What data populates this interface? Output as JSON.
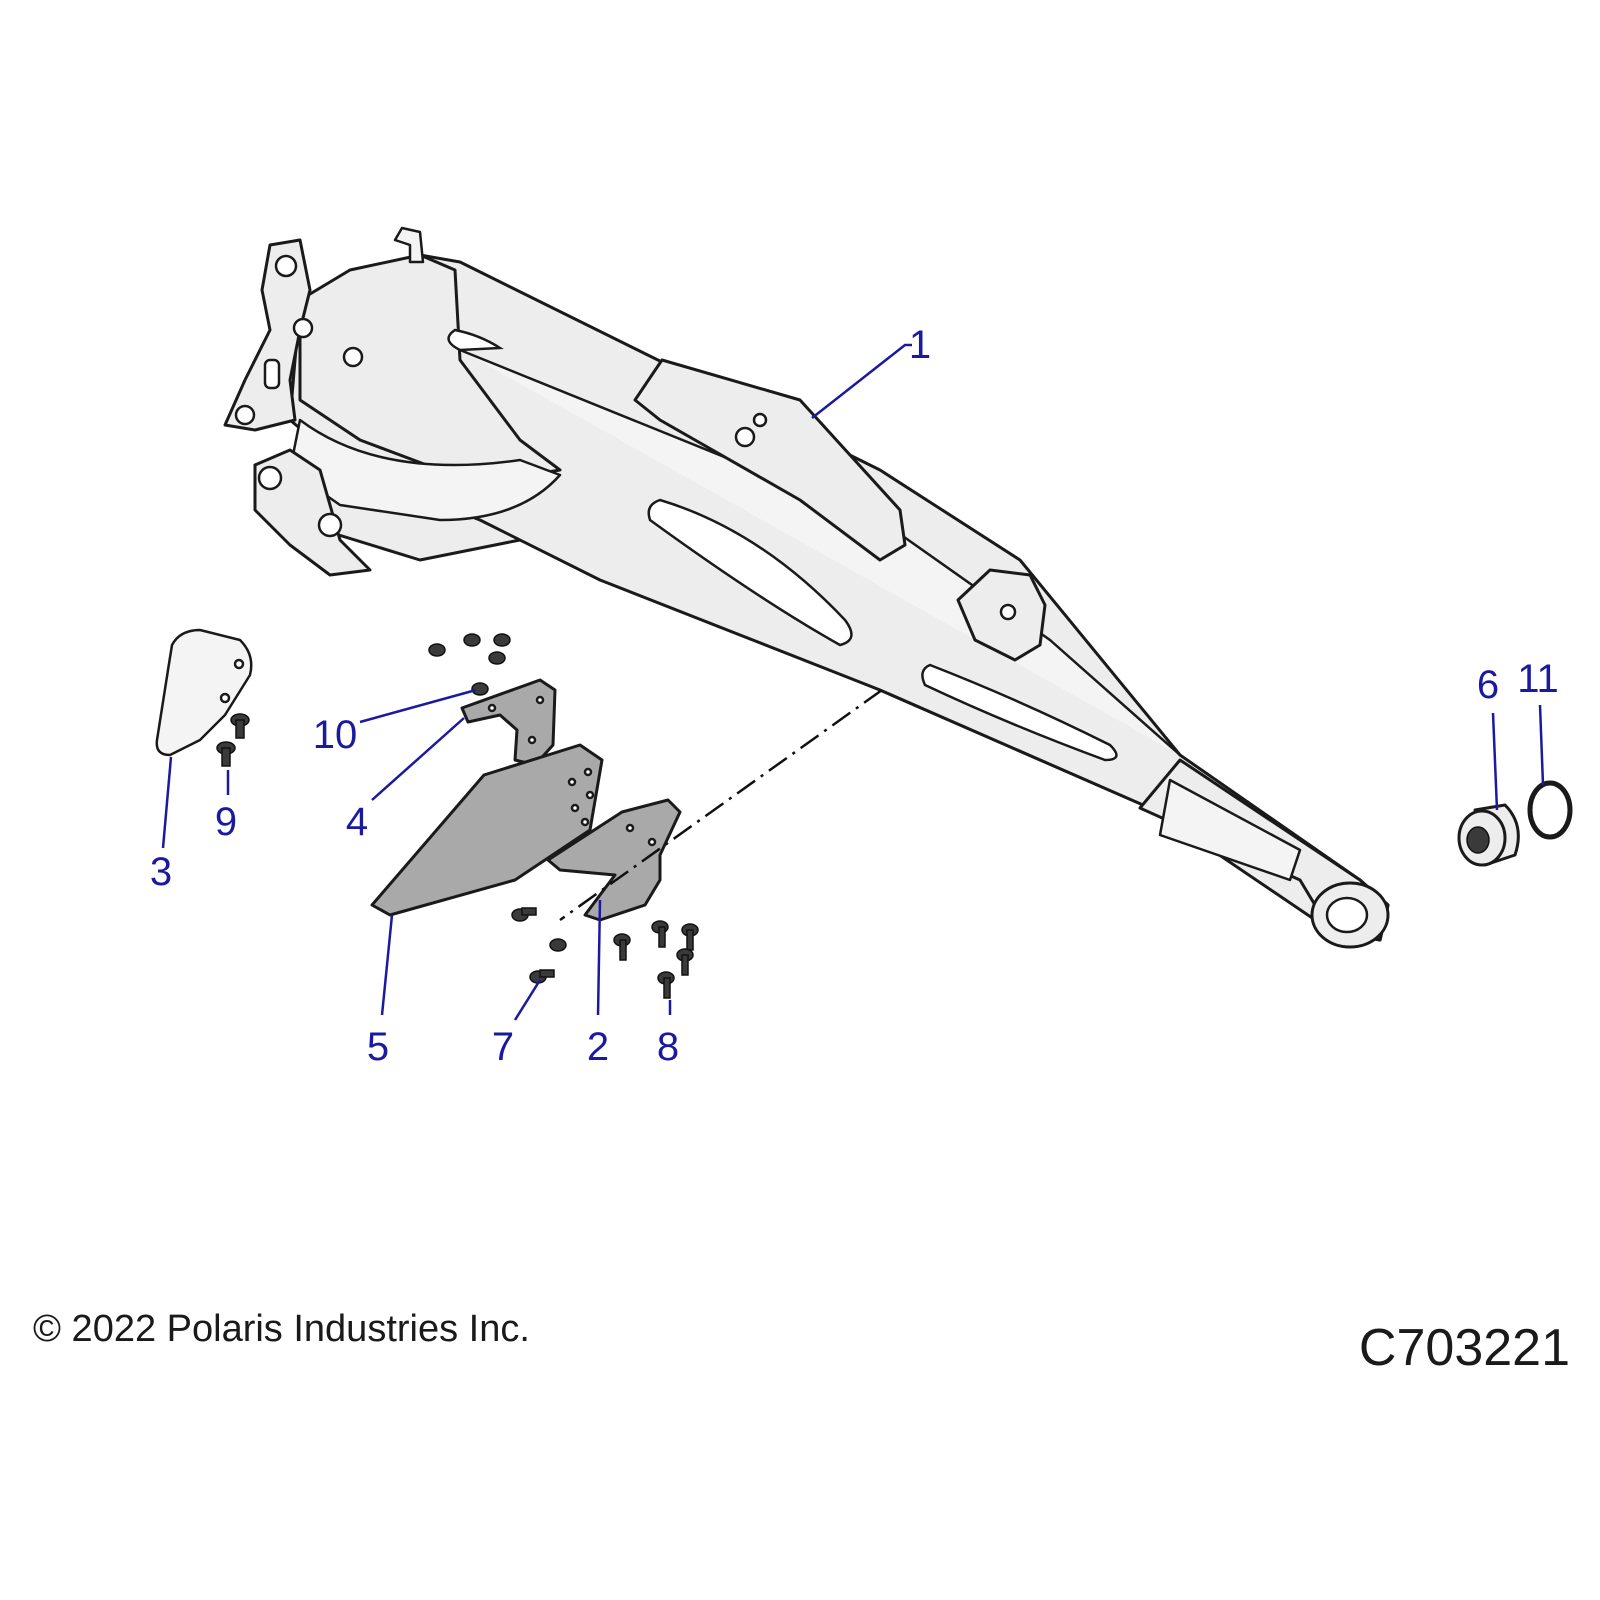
{
  "callouts": [
    "1",
    "2",
    "3",
    "4",
    "5",
    "6",
    "7",
    "8",
    "9",
    "10",
    "11"
  ],
  "copyright": "© 2022 Polaris Industries Inc.",
  "drawing_id": "C703221",
  "colors": {
    "callout": "#1a1aa0",
    "part_fill": "#ededed",
    "plate_fill": "#a9a9a9",
    "line": "#1a1a1a"
  }
}
